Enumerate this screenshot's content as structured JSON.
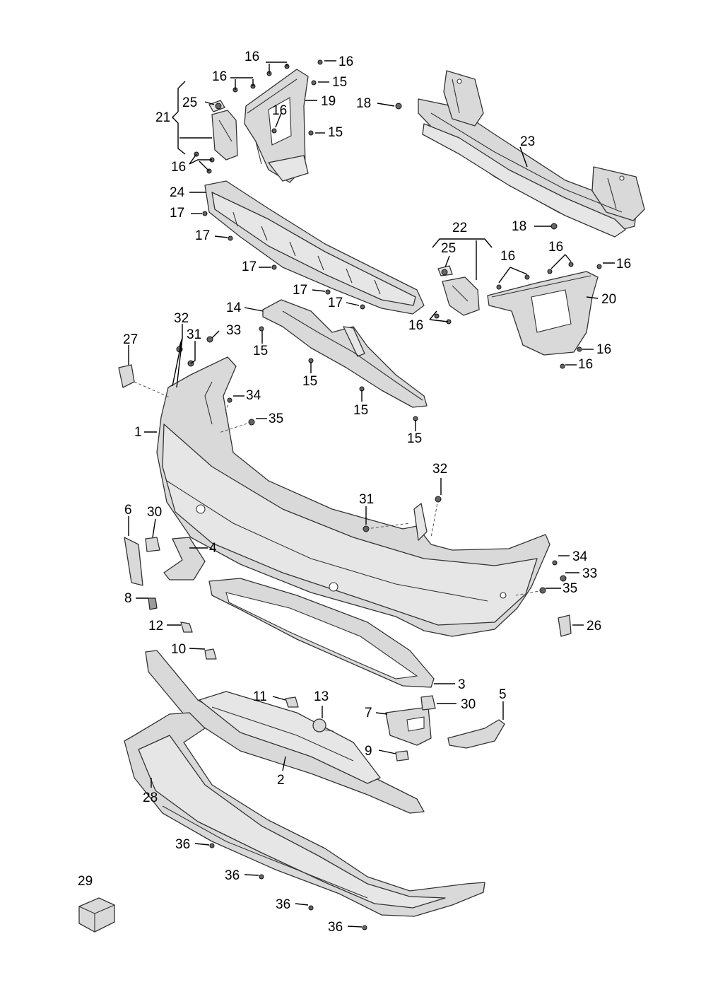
{
  "diagram": {
    "callouts": [
      {
        "id": "c-16-a",
        "text": "16"
      },
      {
        "id": "c-16-b",
        "text": "16"
      },
      {
        "id": "c-16-c",
        "text": "16"
      },
      {
        "id": "c-15-a",
        "text": "15"
      },
      {
        "id": "c-25-a",
        "text": "25"
      },
      {
        "id": "c-16-d",
        "text": "16"
      },
      {
        "id": "c-19",
        "text": "19"
      },
      {
        "id": "c-18-a",
        "text": "18"
      },
      {
        "id": "c-21",
        "text": "21"
      },
      {
        "id": "c-15-b",
        "text": "15"
      },
      {
        "id": "c-23",
        "text": "23"
      },
      {
        "id": "c-16-e",
        "text": "16"
      },
      {
        "id": "c-24",
        "text": "24"
      },
      {
        "id": "c-17-a",
        "text": "17"
      },
      {
        "id": "c-17-b",
        "text": "17"
      },
      {
        "id": "c-18-b",
        "text": "18"
      },
      {
        "id": "c-22",
        "text": "22"
      },
      {
        "id": "c-25-b",
        "text": "25"
      },
      {
        "id": "c-16-f",
        "text": "16"
      },
      {
        "id": "c-16-g",
        "text": "16"
      },
      {
        "id": "c-16-h",
        "text": "16"
      },
      {
        "id": "c-17-c",
        "text": "17"
      },
      {
        "id": "c-17-d",
        "text": "17"
      },
      {
        "id": "c-17-e",
        "text": "17"
      },
      {
        "id": "c-20",
        "text": "20"
      },
      {
        "id": "c-14",
        "text": "14"
      },
      {
        "id": "c-16-i",
        "text": "16"
      },
      {
        "id": "c-32-a",
        "text": "32"
      },
      {
        "id": "c-31-a",
        "text": "31"
      },
      {
        "id": "c-33-a",
        "text": "33"
      },
      {
        "id": "c-27",
        "text": "27"
      },
      {
        "id": "c-15-c",
        "text": "15"
      },
      {
        "id": "c-16-j",
        "text": "16"
      },
      {
        "id": "c-16-k",
        "text": "16"
      },
      {
        "id": "c-15-d",
        "text": "15"
      },
      {
        "id": "c-34-a",
        "text": "34"
      },
      {
        "id": "c-15-e",
        "text": "15"
      },
      {
        "id": "c-35-a",
        "text": "35"
      },
      {
        "id": "c-1",
        "text": "1"
      },
      {
        "id": "c-15-f",
        "text": "15"
      },
      {
        "id": "c-32-b",
        "text": "32"
      },
      {
        "id": "c-31-b",
        "text": "31"
      },
      {
        "id": "c-6",
        "text": "6"
      },
      {
        "id": "c-30-a",
        "text": "30"
      },
      {
        "id": "c-4",
        "text": "4"
      },
      {
        "id": "c-34-b",
        "text": "34"
      },
      {
        "id": "c-33-b",
        "text": "33"
      },
      {
        "id": "c-35-b",
        "text": "35"
      },
      {
        "id": "c-8",
        "text": "8"
      },
      {
        "id": "c-26",
        "text": "26"
      },
      {
        "id": "c-12",
        "text": "12"
      },
      {
        "id": "c-10",
        "text": "10"
      },
      {
        "id": "c-3",
        "text": "3"
      },
      {
        "id": "c-5",
        "text": "5"
      },
      {
        "id": "c-11",
        "text": "11"
      },
      {
        "id": "c-13",
        "text": "13"
      },
      {
        "id": "c-7",
        "text": "7"
      },
      {
        "id": "c-30-b",
        "text": "30"
      },
      {
        "id": "c-9",
        "text": "9"
      },
      {
        "id": "c-2",
        "text": "2"
      },
      {
        "id": "c-28",
        "text": "28"
      },
      {
        "id": "c-29",
        "text": "29"
      },
      {
        "id": "c-36-a",
        "text": "36"
      },
      {
        "id": "c-36-b",
        "text": "36"
      },
      {
        "id": "c-36-c",
        "text": "36"
      },
      {
        "id": "c-36-d",
        "text": "36"
      }
    ]
  }
}
